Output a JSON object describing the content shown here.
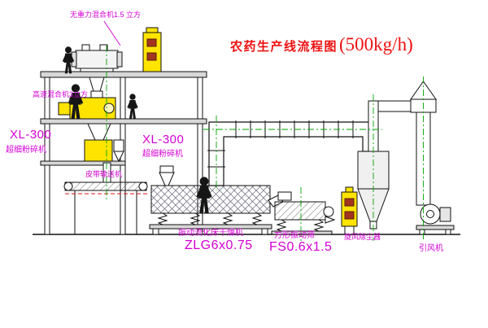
{
  "title": {
    "text": "农药生产线流程图",
    "capacity": "(500kg/h)"
  },
  "labels": {
    "mixer_top": "无重力混合机1.5 立方",
    "mixer_high_speed": "高速混合机3立方",
    "mill_left": {
      "model": "XL-300",
      "name": "超细粉碎机"
    },
    "mill_right": {
      "model": "XL-300",
      "name": "超细粉碎机"
    },
    "belt_conveyor": "皮带输送机",
    "dryer": {
      "name": "振动流化床干燥机",
      "model": "ZLG6x0.75"
    },
    "screen": {
      "name": "方形振动筛",
      "model": "FS0.6x1.5"
    },
    "cyclone": "旋风除尘器",
    "fan": "引风机"
  },
  "colors": {
    "label": "#d400d4",
    "title": "#ee1111",
    "equipment_highlight": "#ffe400",
    "centerline": "#00a400",
    "line": "#1a1a1a",
    "red_dash": "#e11111"
  }
}
